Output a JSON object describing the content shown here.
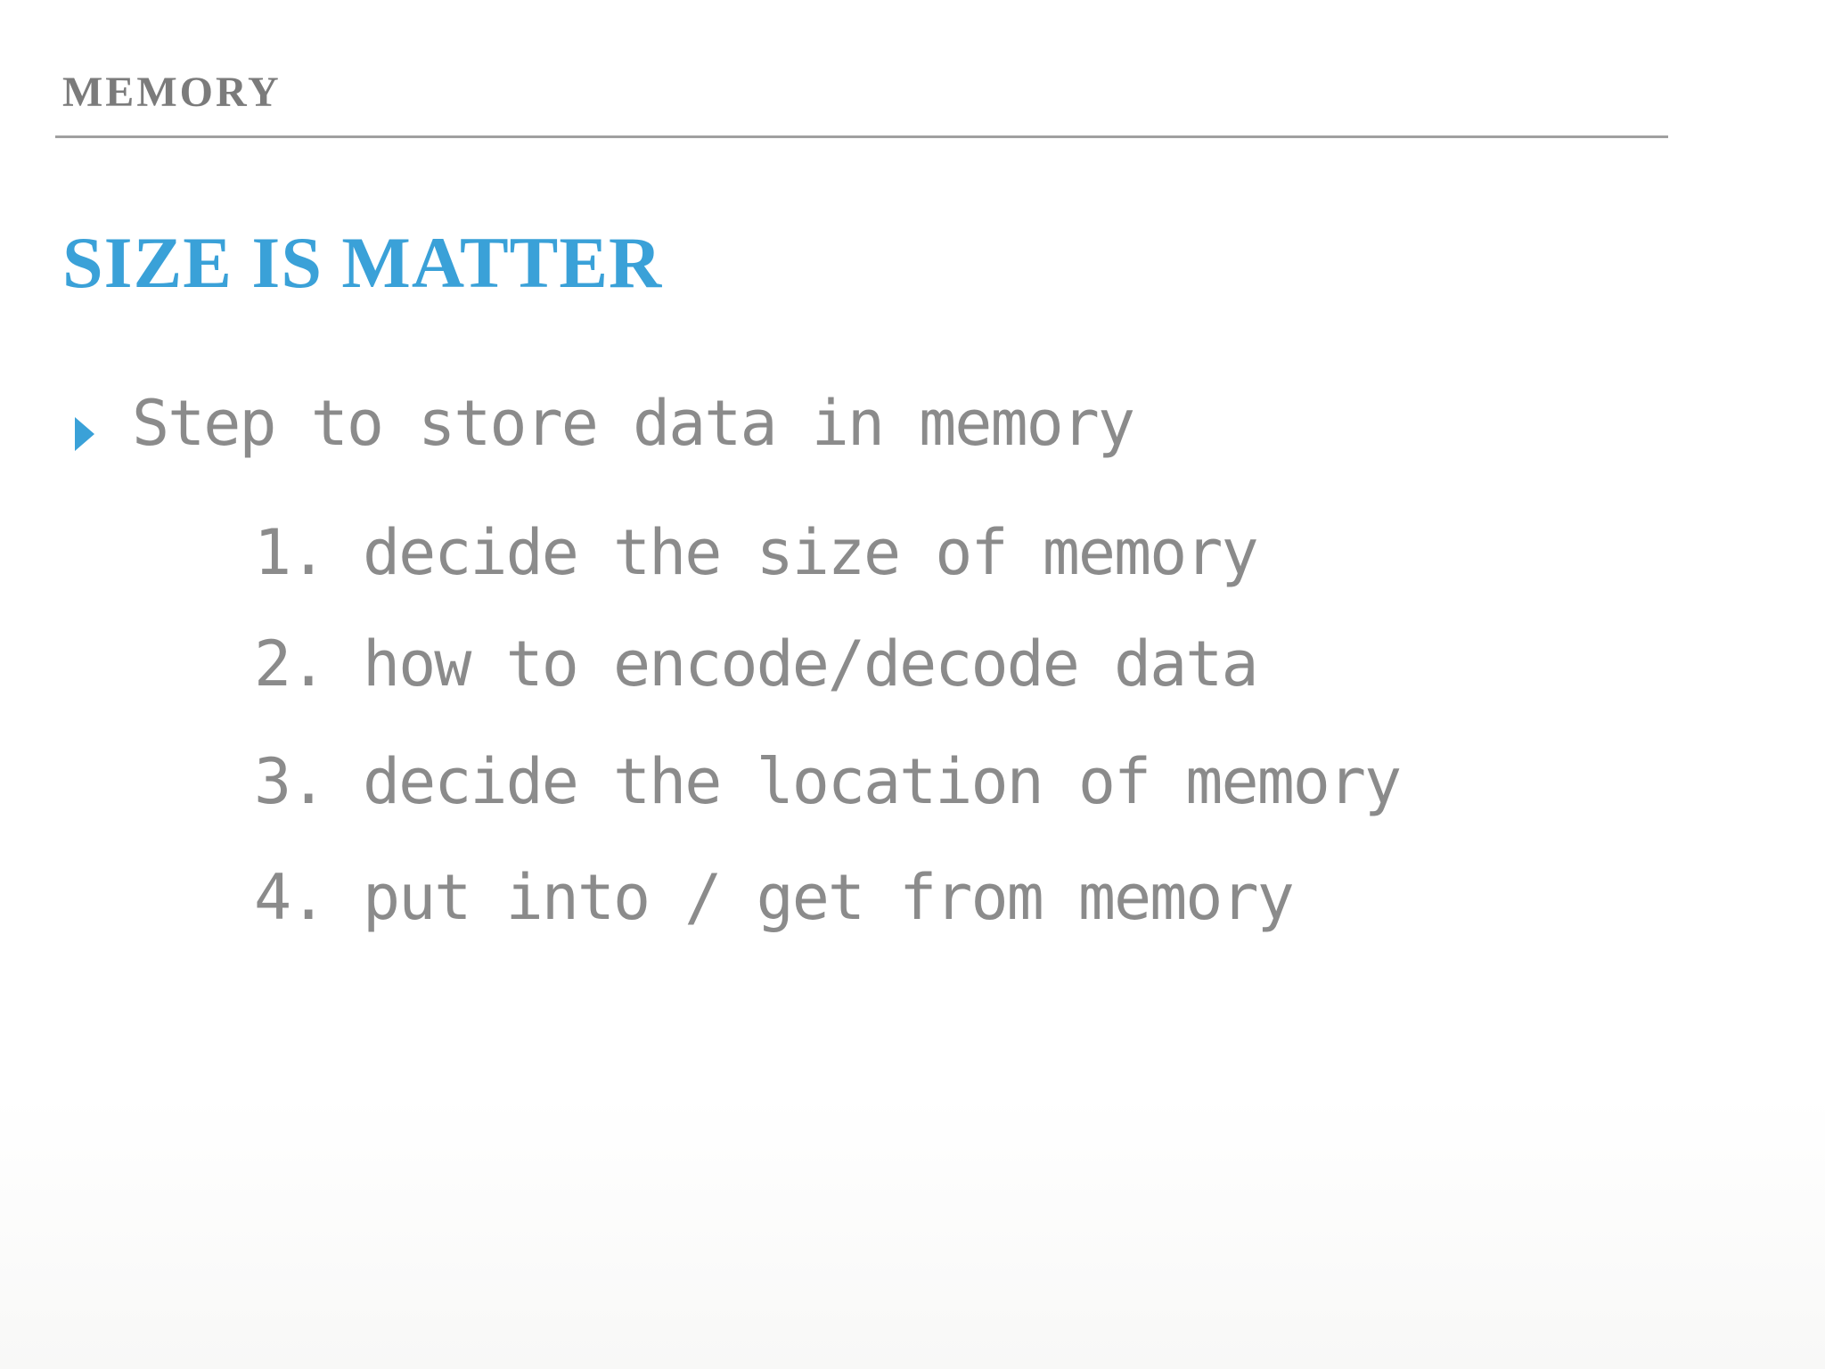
{
  "slide": {
    "header": "MEMORY",
    "title": "SIZE IS MATTER",
    "bullet": {
      "text": "Step to store data in memory",
      "marker": "right-triangle"
    },
    "items": [
      {
        "num": "1.",
        "text": "decide the size of memory"
      },
      {
        "num": "2.",
        "text": "how to encode/decode data"
      },
      {
        "num": "3.",
        "text": "decide the location of memory"
      },
      {
        "num": "4.",
        "text": "put into / get from memory"
      }
    ],
    "colors": {
      "accent_blue": "#3aa1d8",
      "body_gray": "#8b8b8b",
      "header_gray": "#7b7b7b",
      "rule_gray": "#a0a0a0",
      "background": "#ffffff"
    }
  }
}
